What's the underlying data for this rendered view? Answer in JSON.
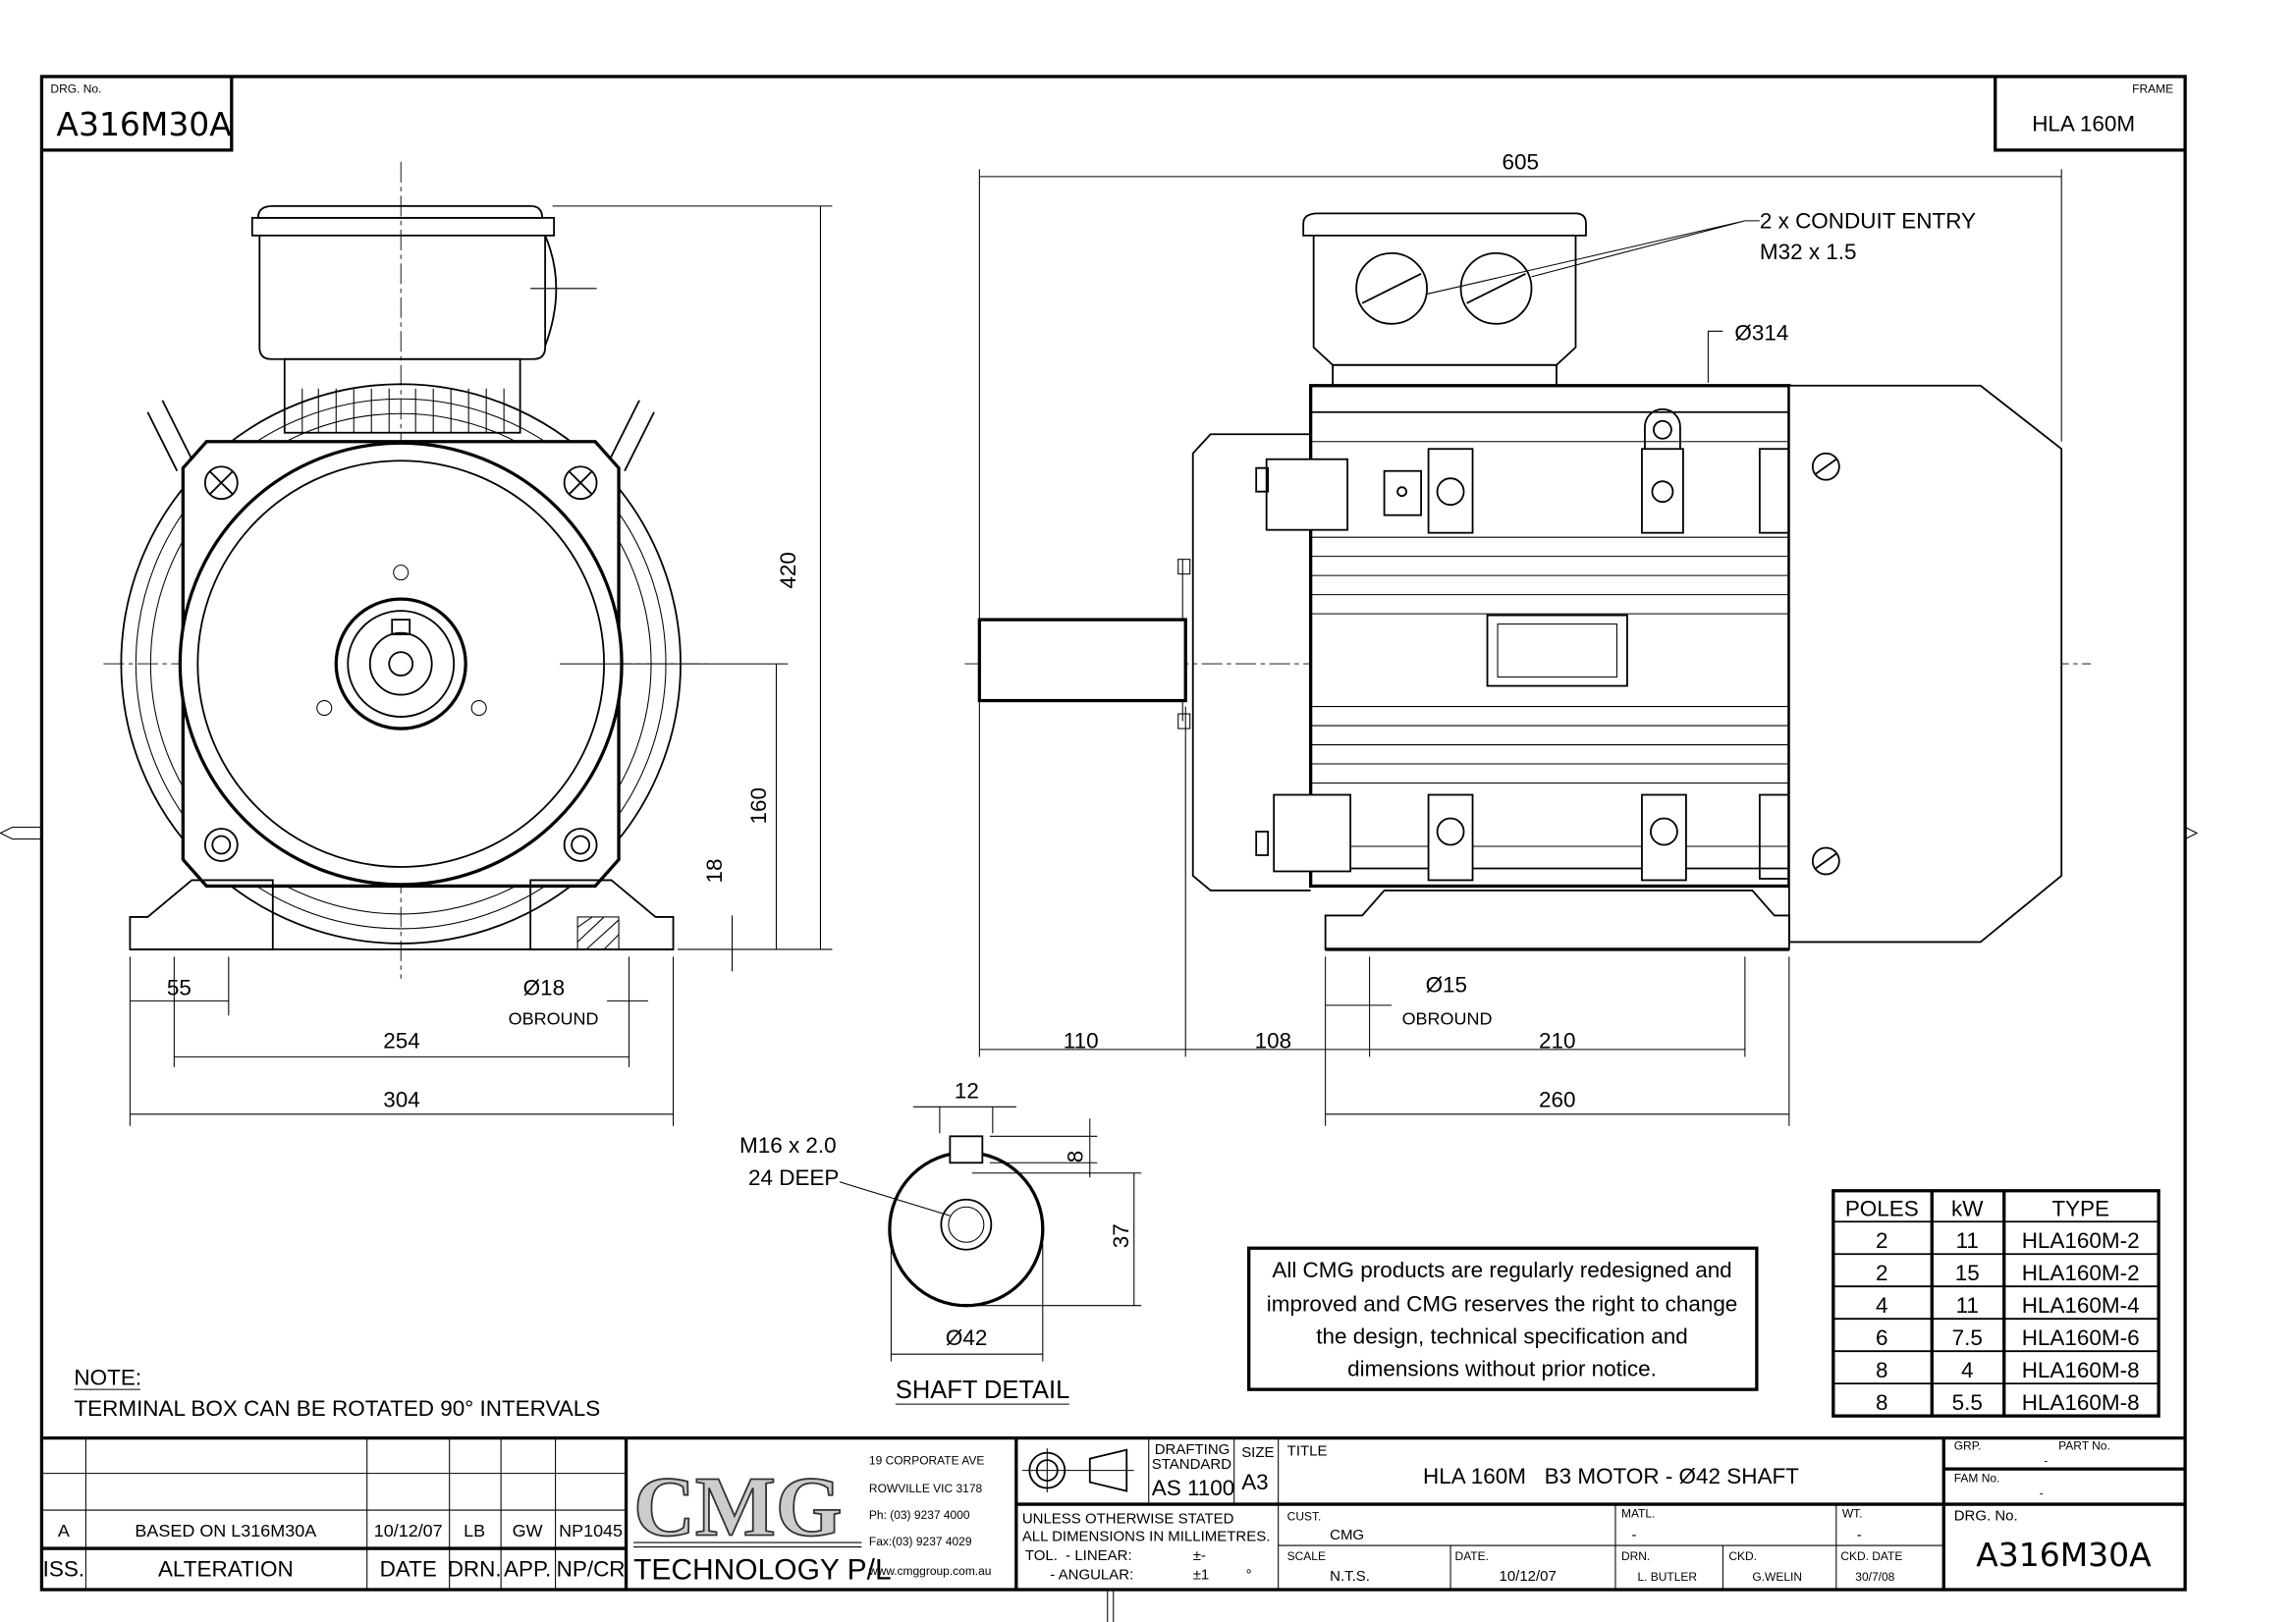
{
  "header": {
    "drg_no_label": "DRG. No.",
    "drg_no": "A316M30A",
    "frame_label": "FRAME",
    "frame": "HLA 160M"
  },
  "front_view": {
    "dim_height": "420",
    "dim_shaft_height": "160",
    "dim_foot_thickness": "18",
    "dim_foot_width": "55",
    "dim_hole_centres": "254",
    "dim_overall_width": "304",
    "hole": "Ø18",
    "hole_type": "OBROUND"
  },
  "side_view": {
    "dim_overall_length": "605",
    "conduit_line1": "2 x CONDUIT ENTRY",
    "conduit_line2": "M32 x 1.5",
    "dim_diameter": "Ø314",
    "dim_shaft_length": "110",
    "dim_shoulder": "108",
    "dim_hole_centres": "210",
    "dim_base_length": "260",
    "hole": "Ø15",
    "hole_type": "OBROUND"
  },
  "shaft_detail": {
    "title": "SHAFT DETAIL",
    "dim_key_width": "12",
    "dim_key_depth": "8",
    "dim_key_height": "37",
    "dim_diameter": "Ø42",
    "thread_line1": "M16 x 2.0",
    "thread_line2": "24 DEEP"
  },
  "note": {
    "heading": "NOTE:",
    "text": "TERMINAL BOX CAN BE ROTATED 90° INTERVALS"
  },
  "disclaimer": [
    "All CMG products are regularly redesigned and",
    "improved and CMG reserves the right to change",
    "the design, technical specification and",
    "dimensions without prior notice."
  ],
  "ratings_table": {
    "headers": [
      "POLES",
      "kW",
      "TYPE"
    ],
    "rows": [
      [
        "2",
        "11",
        "HLA160M-2"
      ],
      [
        "2",
        "15",
        "HLA160M-2"
      ],
      [
        "4",
        "11",
        "HLA160M-4"
      ],
      [
        "6",
        "7.5",
        "HLA160M-6"
      ],
      [
        "8",
        "4",
        "HLA160M-8"
      ],
      [
        "8",
        "5.5",
        "HLA160M-8"
      ]
    ]
  },
  "revisions": {
    "headers": [
      "ISS.",
      "ALTERATION",
      "DATE",
      "DRN.",
      "APP.",
      "NP/CR"
    ],
    "rows": [
      [
        "A",
        "BASED ON L316M30A",
        "10/12/07",
        "LB",
        "GW",
        "NP1045"
      ]
    ]
  },
  "company": {
    "logo": "CMG",
    "name": "TECHNOLOGY P/L",
    "address1": "19 CORPORATE AVE",
    "address2": "ROWVILLE VIC 3178",
    "phone": "Ph: (03) 9237 4000",
    "fax": "Fax:(03) 9237 4029",
    "web": "www.cmggroup.com.au"
  },
  "title_block": {
    "drafting_label1": "DRAFTING",
    "drafting_label2": "STANDARD",
    "drafting_standard": "AS 1100",
    "size_label": "SIZE",
    "size": "A3",
    "title_label": "TITLE",
    "title": "HLA 160M   B3 MOTOR - Ø42 SHAFT",
    "grp_label": "GRP.",
    "part_no_label": "PART No.",
    "part_no": "-",
    "fam_no_label": "FAM No.",
    "fam_no": "-",
    "units_line1": "UNLESS OTHERWISE STATED",
    "units_line2": "ALL DIMENSIONS IN MILLIMETRES.",
    "tol_linear_label": "TOL.  - LINEAR:",
    "tol_linear": "±-",
    "tol_angular_label": "- ANGULAR:",
    "tol_angular": "±1",
    "tol_angular_unit": "°",
    "cust_label": "CUST.",
    "cust": "CMG",
    "matl_label": "MATL.",
    "matl": "-",
    "wt_label": "WT.",
    "wt": "-",
    "scale_label": "SCALE",
    "scale": "N.T.S.",
    "date_label": "DATE.",
    "date": "10/12/07",
    "drn_label": "DRN.",
    "drn": "L. BUTLER",
    "ckd_label": "CKD.",
    "ckd": "G.WELIN",
    "ckd_date_label": "CKD. DATE",
    "ckd_date": "30/7/08",
    "drg_no_label": "DRG. No.",
    "drg_no": "A316M30A"
  }
}
